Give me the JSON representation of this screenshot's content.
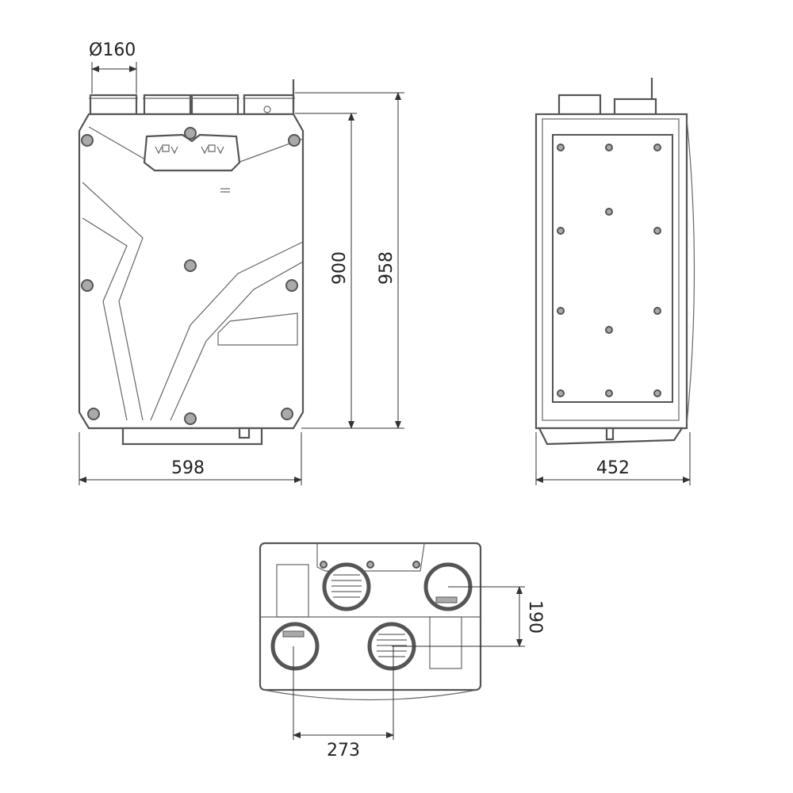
{
  "drawing": {
    "line_color": "#555555",
    "front_view": {
      "diameter_label": "Ø160",
      "height_body_label": "900",
      "height_total_label": "958",
      "width_label": "598"
    },
    "side_view": {
      "depth_label": "452"
    },
    "bottom_view": {
      "vertical_spacing_label": "190",
      "horizontal_spacing_label": "273"
    }
  }
}
